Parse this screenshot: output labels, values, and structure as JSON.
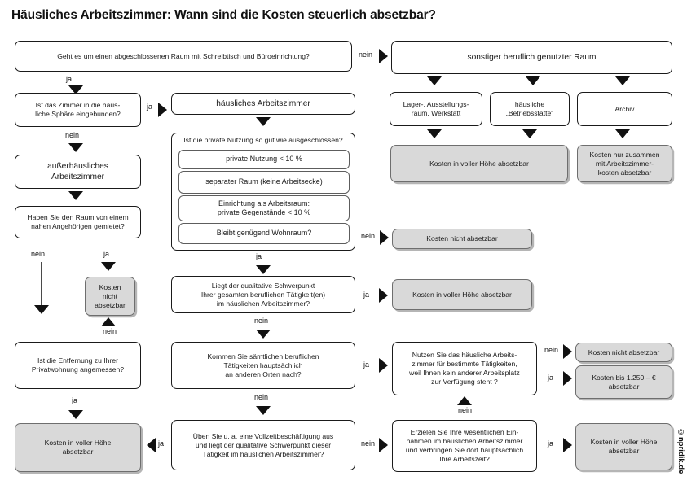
{
  "title": "Häusliches Arbeitszimmer: Wann sind die Kosten steuerlich absetzbar?",
  "credit": "©npridik.de",
  "labels": {
    "yes": "ja",
    "no": "nein"
  },
  "colors": {
    "outcome_fill": "#d9d9d9",
    "border": "#1a1a1a",
    "text": "#1a1a1a"
  },
  "nodes": {
    "q_start": "Geht es um einen abgeschlossenen Raum mit Schreibtisch und Büroeinrichtung?",
    "other_room": "sonstiger beruflich genutzter Raum",
    "cat_lager": "Lager-, Ausstellungs-\nraum, Werkstatt",
    "cat_betriebsstaette": "häusliche\n„Betriebsstätte“",
    "cat_archiv": "Archiv",
    "out_full_top": "Kosten in voller Höhe absetzbar",
    "out_only_with": "Kosten nur zusammen\nmit Arbeitszimmer-\nkosten absetzbar",
    "q_sphaere": "Ist das Zimmer in die häus-\nliche Sphäre eingebunden?",
    "haeusliches_az": "häusliches  Arbeitszimmer",
    "group_head": "Ist die private Nutzung so gut wie ausgeschlossen?",
    "sub_nutzung": "private Nutzung < 10 %",
    "sub_separat": "separater Raum (keine Arbeitsecke)",
    "sub_einrichtung": "Einrichtung als Arbeitsraum:\nprivate Gegenstände < 10 %",
    "sub_wohnraum": "Bleibt genügend Wohnraum?",
    "out_not_deductible_mid": "Kosten nicht absetzbar",
    "ausserhaeusliches_az": "außerhäusliches\nArbeitszimmer",
    "q_gemietet": "Haben Sie den Raum von einem\nnahen Angehörigen gemietet?",
    "out_not_deductible_left": "Kosten\nnicht\nabsetzbar",
    "q_entfernung": "Ist die Entfernung zu Ihrer\nPrivatwohnung angemessen?",
    "out_full_left_bottom": "Kosten in voller Höhe\nabsetzbar",
    "q_schwerpunkt": "Liegt der qualitative Schwerpunkt\nIhrer gesamten beruflichen Tätigkeit(en)\nim häuslichen Arbeitszimmer?",
    "out_full_mid": "Kosten in voller Höhe absetzbar",
    "q_andere_orte": "Kommen Sie sämtlichen beruflichen\nTätigkeiten hauptsächlich\nan anderen Orten nach?",
    "q_vollzeit": "Üben Sie u. a. eine Vollzeitbeschäftigung aus\nund liegt der qualitative Schwerpunkt dieser\nTätigkeit im häuslichen Arbeitszimmer?",
    "q_kein_arbeitsplatz": "Nutzen Sie das häusliche Arbeits-\nzimmer für bestimmte Tätigkeiten,\nweil Ihnen kein anderer Arbeitsplatz\nzur Verfügung steht ?",
    "q_einnahmen": "Erzielen Sie Ihre wesentlichen Ein-\nnahmen im häuslichen Arbeitszimmer\nund verbringen Sie dort hauptsächlich\nIhre Arbeitszeit?",
    "out_not_deductible_right": "Kosten nicht absetzbar",
    "out_1250": "Kosten bis  1.250,– €\nabsetzbar",
    "out_full_right_bottom": "Kosten in voller Höhe\nabsetzbar"
  }
}
